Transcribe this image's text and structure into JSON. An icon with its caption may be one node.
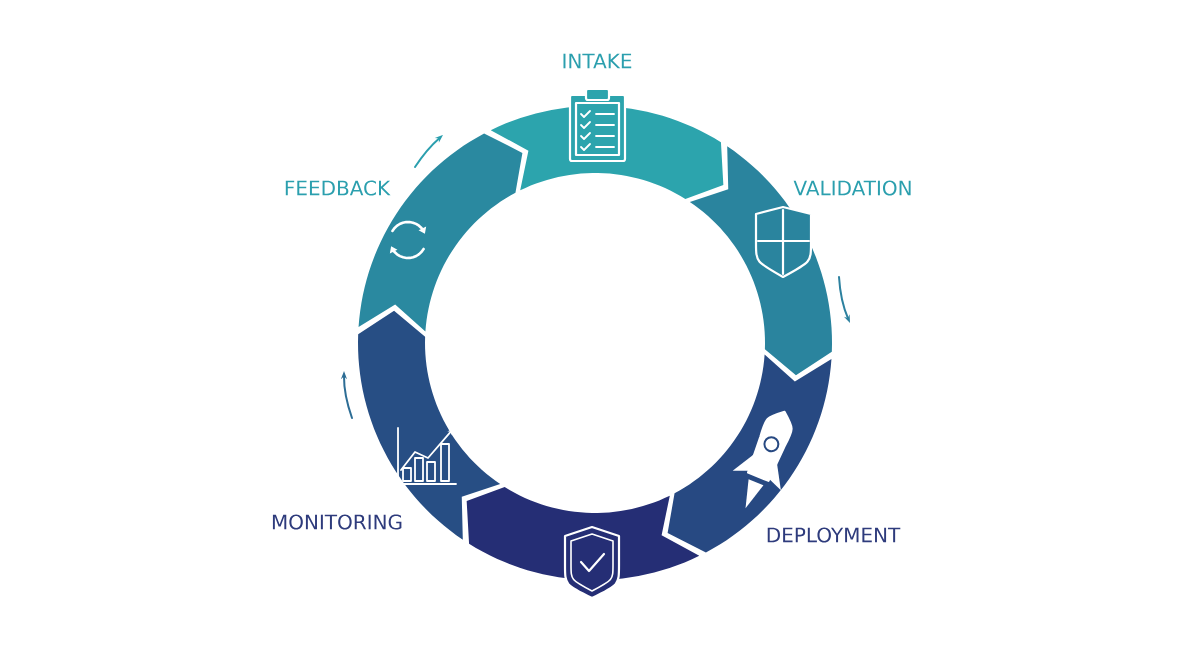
{
  "diagram": {
    "nodes": [
      {
        "text": [
          "INTAKE"
        ]
      },
      {
        "text": [
          "VALIDATION"
        ]
      },
      {
        "text": [
          "DEPLOYMENT"
        ]
      },
      {
        "text": [],
        "shape": "arrow"
      },
      {
        "text": [
          "MONITORING"
        ]
      },
      {
        "text": [
          "FEEDBACK"
        ]
      }
    ]
  }
}
